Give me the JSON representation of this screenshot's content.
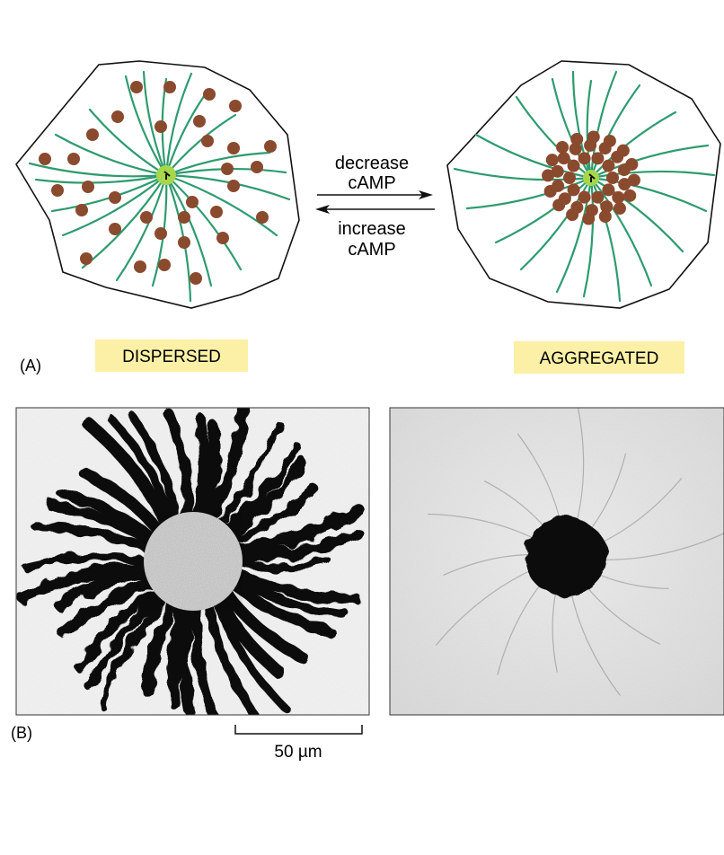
{
  "panel_a": {
    "label": "(A)",
    "arrow_forward_label_line1": "decrease",
    "arrow_forward_label_line2": "cAMP",
    "arrow_reverse_label_line1": "increase",
    "arrow_reverse_label_line2": "cAMP",
    "left_state_label": "DISPERSED",
    "right_state_label": "AGGREGATED"
  },
  "panel_b": {
    "label": "(B)",
    "scale_bar_label": "50 µm"
  },
  "colors": {
    "microtubule": "#2e9b6e",
    "pigment_granule": "#8a4a2e",
    "centrosome": "#a6d64a",
    "label_highlight": "#fbf0a6",
    "outline": "#111111"
  }
}
